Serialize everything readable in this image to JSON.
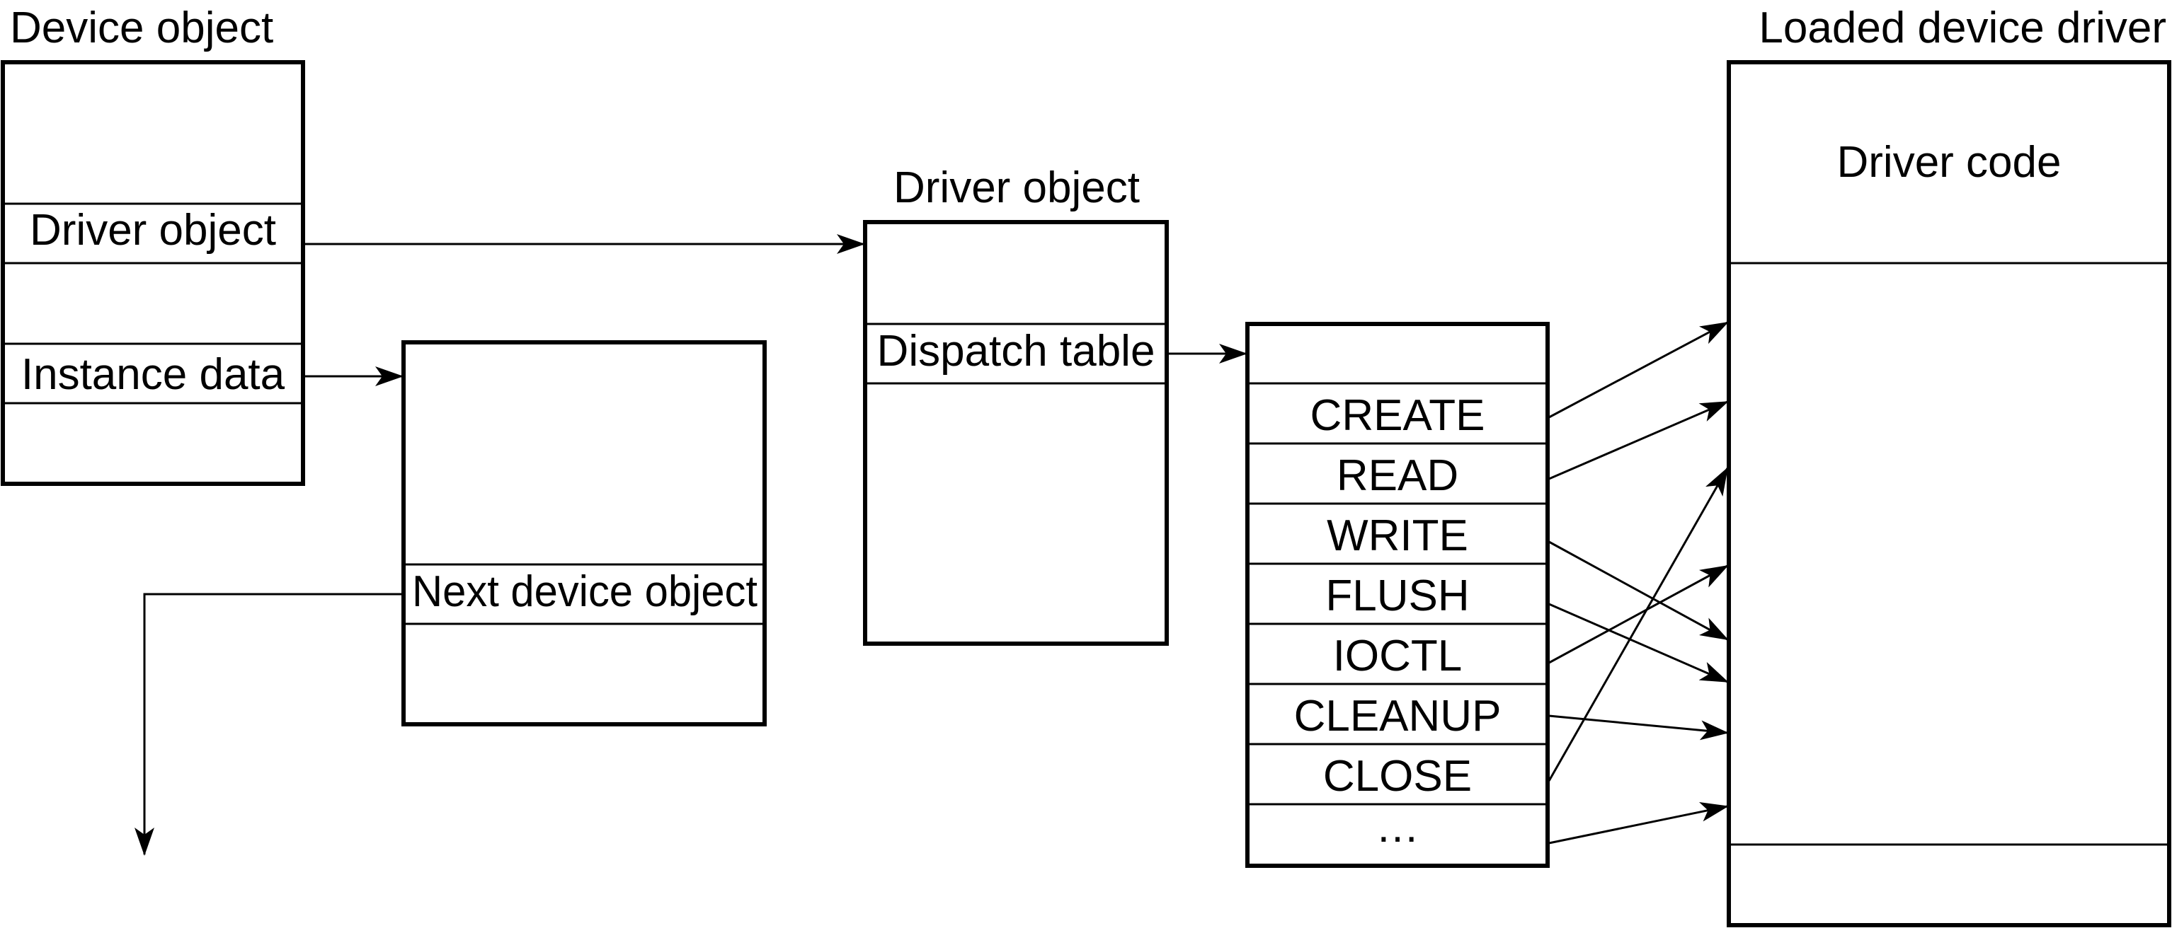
{
  "device_object": {
    "title": "Device object",
    "fields": [
      "",
      "Driver object",
      "",
      "Instance data",
      ""
    ]
  },
  "instance_block": {
    "fields": [
      "",
      "Next device object",
      ""
    ]
  },
  "driver_object": {
    "title": "Driver object",
    "fields": [
      "",
      "Dispatch table",
      ""
    ]
  },
  "dispatch_table": {
    "entries": [
      "",
      "CREATE",
      "READ",
      "WRITE",
      "FLUSH",
      "IOCTL",
      "CLEANUP",
      "CLOSE",
      "…"
    ]
  },
  "loaded_driver": {
    "title": "Loaded device driver",
    "code_label": "Driver code"
  },
  "colors": {
    "line": "#000000",
    "background": "#ffffff"
  }
}
